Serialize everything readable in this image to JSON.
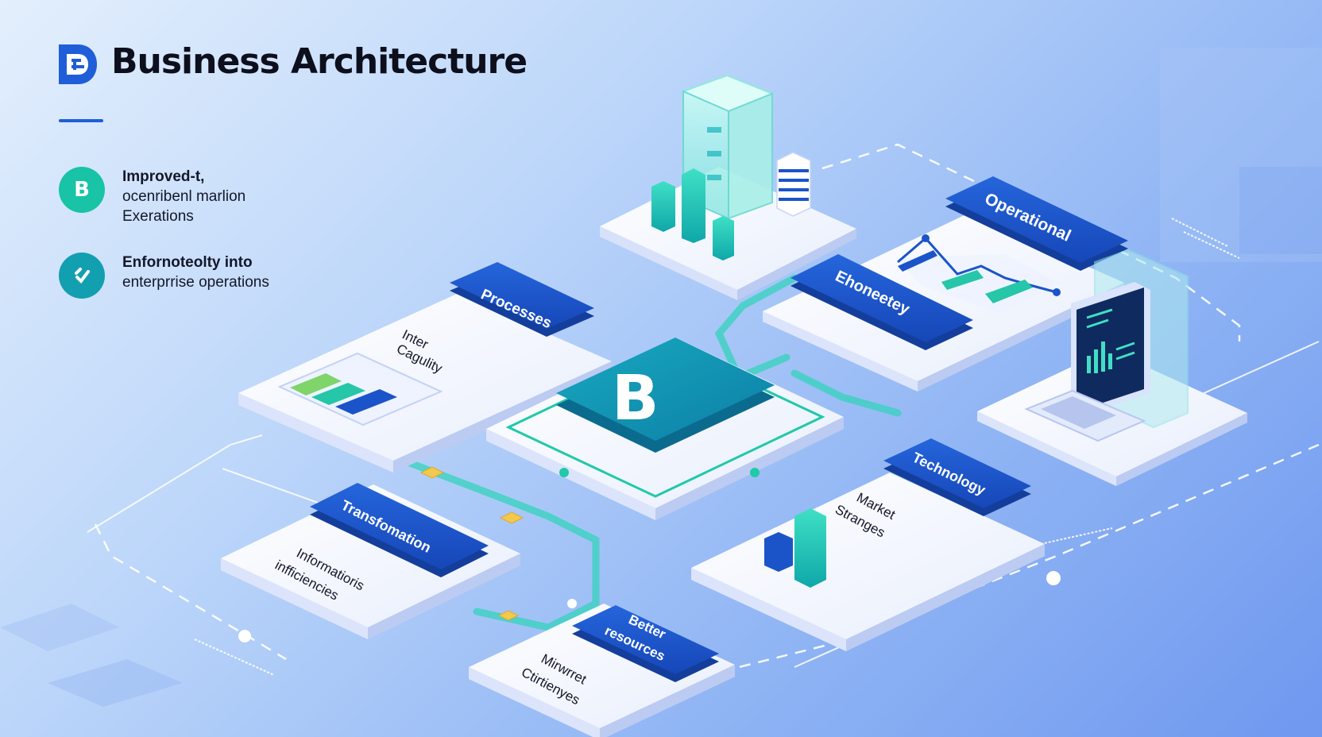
{
  "header": {
    "title": "Business Architecture"
  },
  "bullets": [
    {
      "icon": "b-letter-icon",
      "letter": "B",
      "lines": [
        "Improved-t,",
        "ocenribenl marlion",
        "Exerations"
      ],
      "color": "#18c3a6"
    },
    {
      "icon": "link-check-icon",
      "lines": [
        "Enfornoteolty into",
        "enterprrise operations"
      ],
      "color": "#129fb0"
    }
  ],
  "center": {
    "letter": "B"
  },
  "modules": {
    "processes": {
      "tag": "Processes",
      "text": [
        "Inter",
        "Cagulity"
      ]
    },
    "operational": {
      "tag": "Operational"
    },
    "ehoneetey": {
      "tag": "Ehoneetey"
    },
    "technology": {
      "tag": "Technology",
      "text": [
        "Market",
        "Stranges"
      ]
    },
    "transformation": {
      "tag": "Transfomation",
      "text": [
        "Informatioris",
        "infficiencies"
      ]
    },
    "better": {
      "tag": [
        "Better",
        "resources"
      ],
      "text": [
        "Mirwrret",
        "Ctirtienyes"
      ]
    }
  },
  "colors": {
    "tag": "#1b54c9",
    "accent": "#20c9a8",
    "teal": "#0f9cb5",
    "ink": "#0d0f1c"
  }
}
